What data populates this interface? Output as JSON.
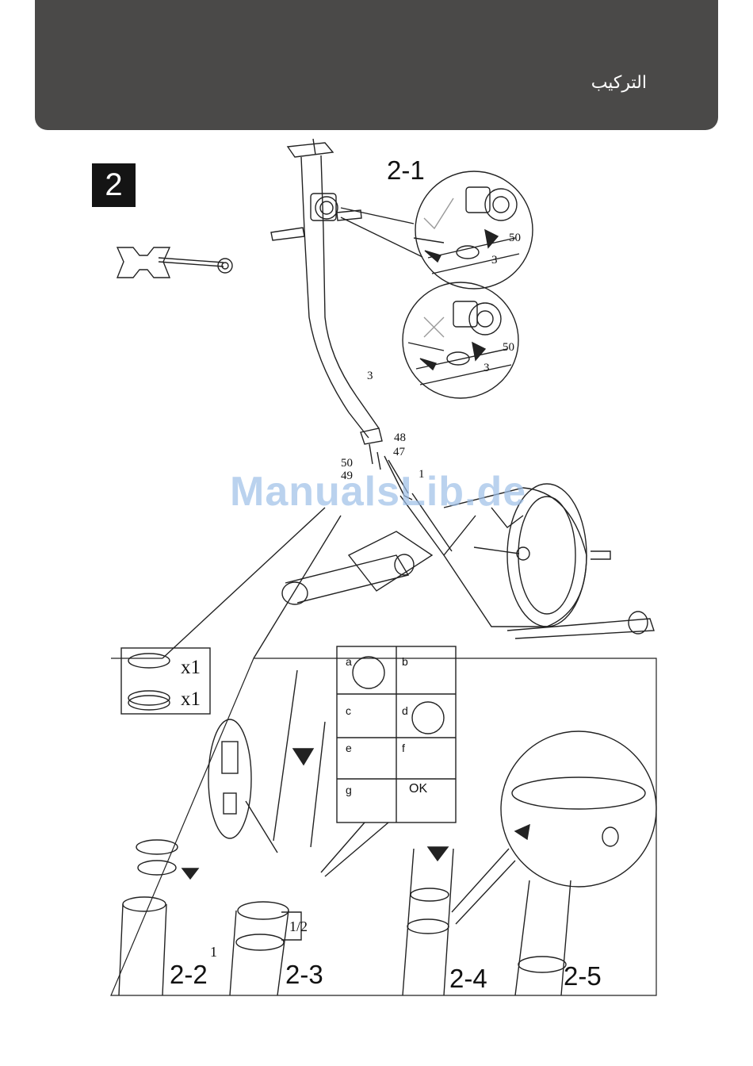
{
  "header": {
    "title": "التركيب"
  },
  "step": {
    "number": "2"
  },
  "steps": {
    "s2_1": "2-1",
    "s2_2": "2-2",
    "s2_3": "2-3",
    "s2_4": "2-4",
    "s2_5": "2-5"
  },
  "parts": {
    "p3a": "3",
    "p50a": "50",
    "p3b": "3",
    "p50b": "50",
    "p3": "3",
    "p48": "48",
    "p47": "47",
    "p50": "50",
    "p49": "49",
    "p1": "1",
    "p1b": "1",
    "half": "1/2"
  },
  "quantities": {
    "q1": "x1",
    "q2": "x1"
  },
  "detail_labels": {
    "a": "a",
    "b": "b",
    "c": "c",
    "d": "d",
    "e": "e",
    "f": "f",
    "g": "g",
    "ok": "OK"
  },
  "watermark": "ManualsLib.de"
}
